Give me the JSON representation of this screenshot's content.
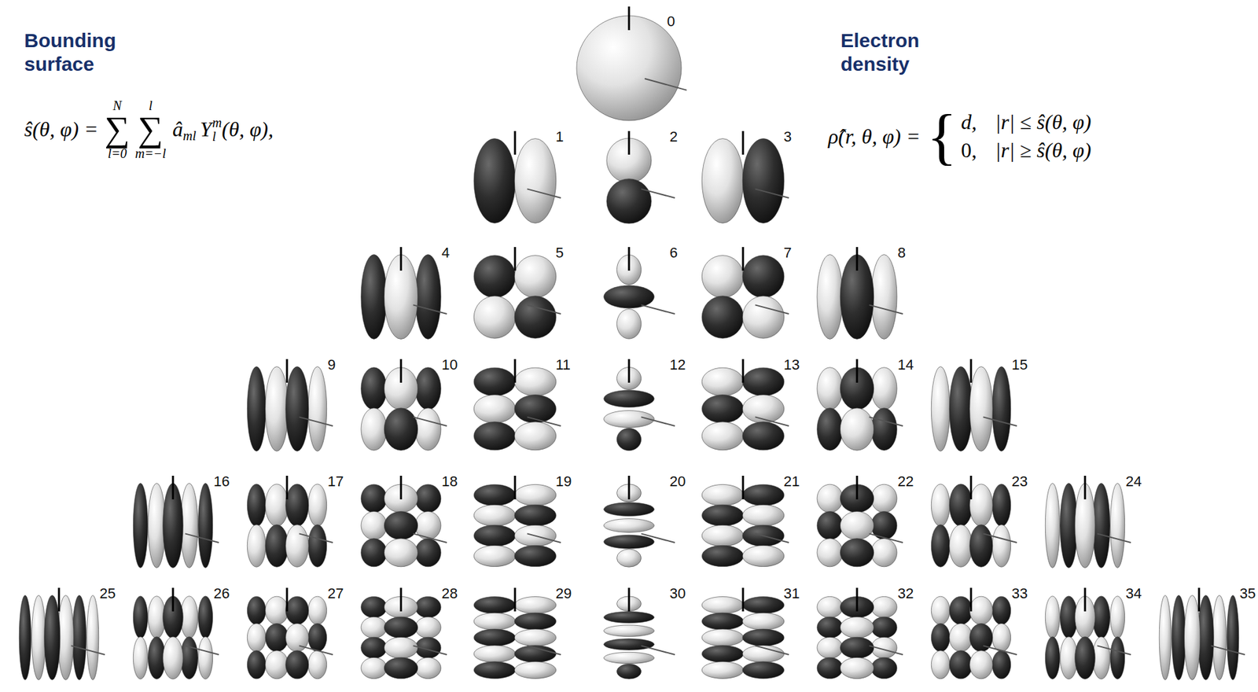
{
  "diagram": {
    "labels": [
      "Bounding surface",
      "ŝ(θ, φ) =",
      "N",
      "∑",
      "l=0",
      "l",
      "∑",
      "m=−l",
      "â",
      "ml",
      "Y",
      "m",
      "l",
      "(θ, φ),",
      "Electron density",
      "ρ̂(r, θ, φ) =",
      "{",
      "d,",
      "|r| ≤ ŝ(θ, φ)",
      "0,",
      "|r| ≥ ŝ(θ, φ)",
      "0",
      "1",
      "2",
      "3",
      "4",
      "5",
      "6",
      "7",
      "8",
      "9",
      "10",
      "11",
      "12",
      "13",
      "14",
      "15",
      "16",
      "17",
      "18",
      "19",
      "20",
      "21",
      "22",
      "23",
      "24",
      "25",
      "26",
      "27",
      "28",
      "29",
      "30",
      "31",
      "32",
      "33",
      "34",
      "35"
    ]
  }
}
